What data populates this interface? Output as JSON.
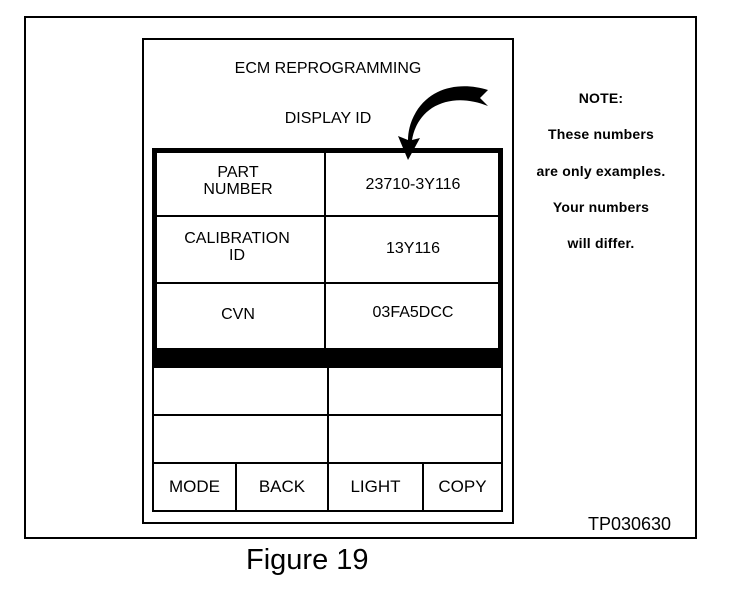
{
  "diagram": {
    "title": "ECM REPROGRAMMING",
    "subtitle": "DISPLAY ID",
    "rows": [
      {
        "label_line1": "PART",
        "label_line2": "NUMBER",
        "value": "23710-3Y116"
      },
      {
        "label_line1": "CALIBRATION",
        "label_line2": "ID",
        "value": "13Y116"
      },
      {
        "label_line1": "CVN",
        "label_line2": "",
        "value": "03FA5DCC"
      }
    ],
    "buttons": [
      "MODE",
      "BACK",
      "LIGHT",
      "COPY"
    ],
    "note": {
      "heading": "NOTE:",
      "lines": [
        "These numbers",
        "are only examples.",
        "Your numbers",
        "will differ."
      ]
    },
    "figure_code": "TP030630",
    "caption": "Figure 19"
  }
}
